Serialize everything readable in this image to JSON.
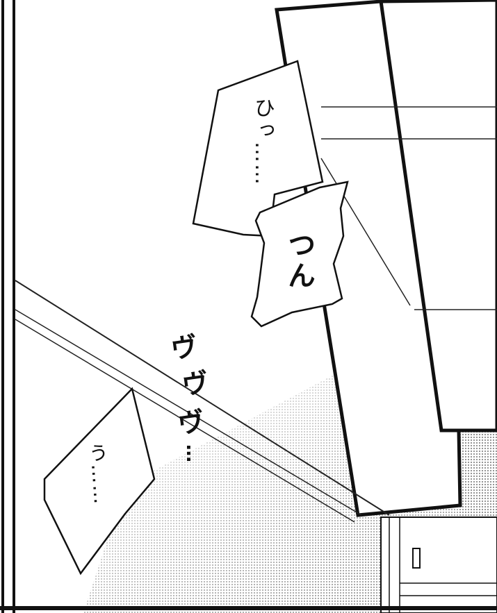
{
  "speech": {
    "hi": "ひっ……",
    "tsun": "つん",
    "u": "う……"
  },
  "sfx": {
    "vu_1": "ヴ",
    "vu_2": "ヴ",
    "vu_3": "ヴ",
    "dots": "…"
  },
  "colors": {
    "ink": "#111111",
    "paper": "#ffffff",
    "screentone": "#a8a8a8"
  }
}
